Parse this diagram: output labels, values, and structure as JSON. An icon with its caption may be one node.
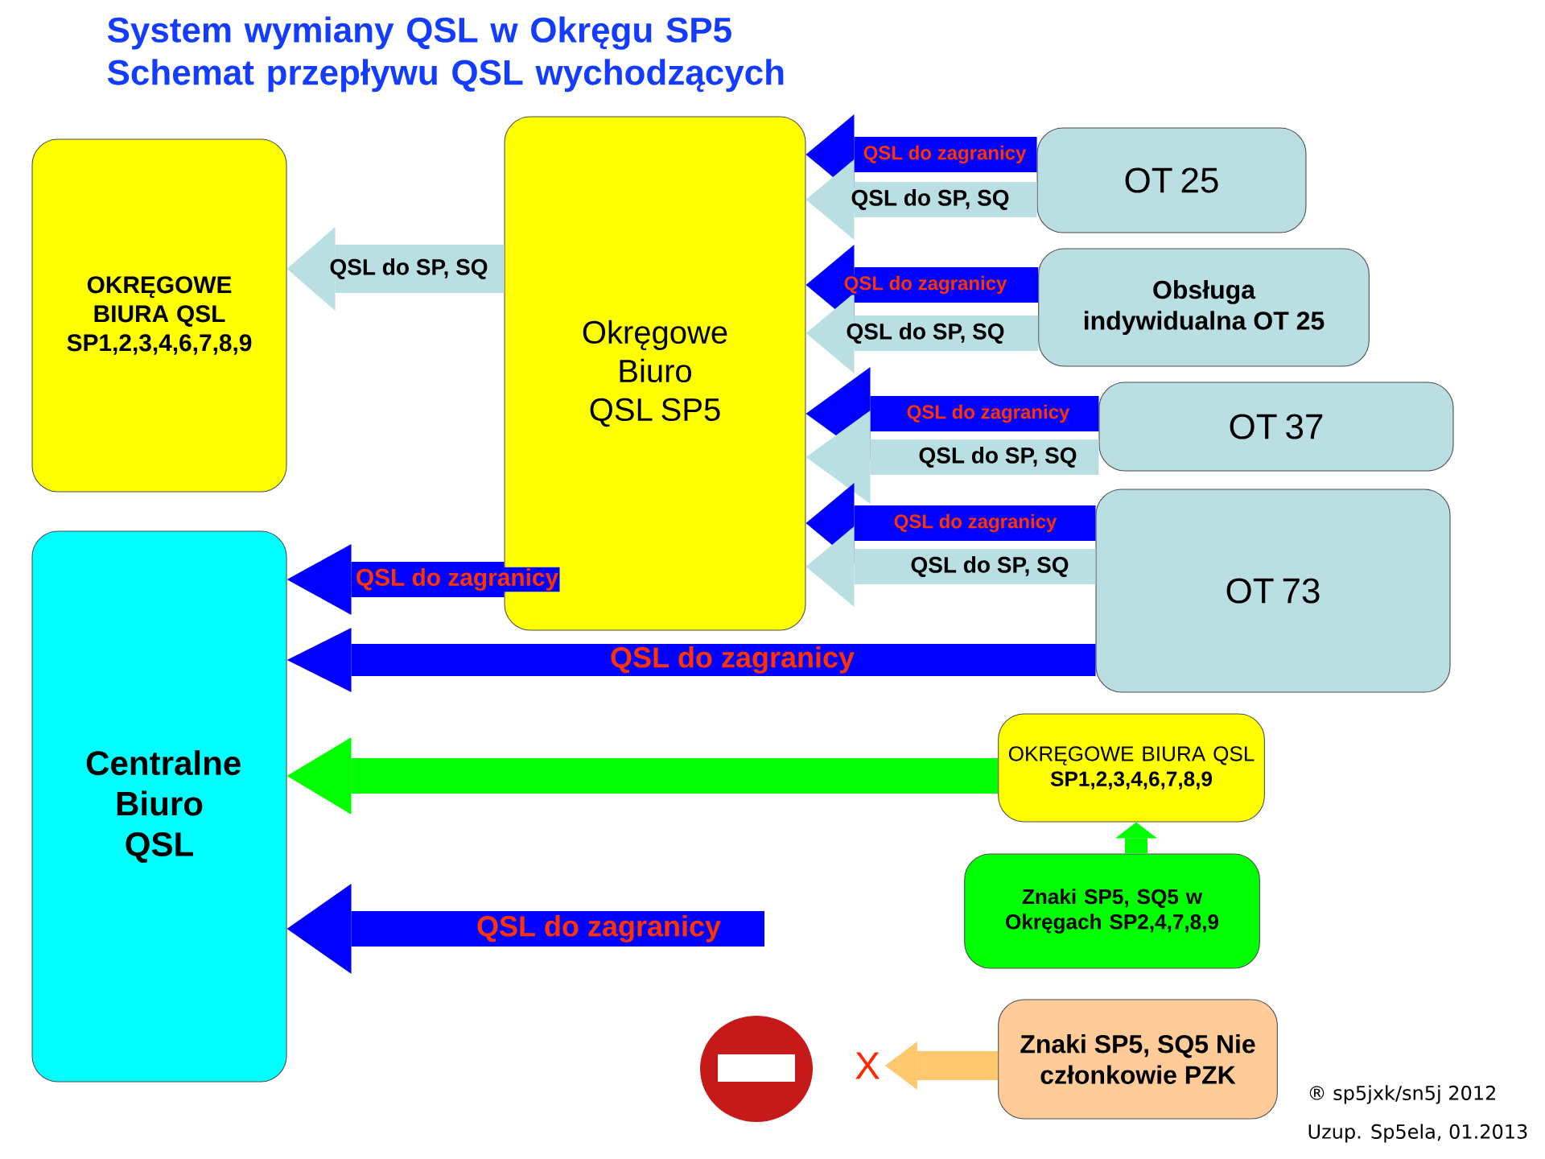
{
  "diagram": {
    "title": "System wymiany QSL w Okręgu SP5 Schemat przepływu QSL wychodzących",
    "nodes": [
      {
        "text": [
          "OKRĘGOWE BIURA QSL SP1,2,3,4,6,7,8,9"
        ]
      },
      {
        "text": [
          "Okręgowe Biuro QSL SP5"
        ]
      },
      {
        "text": [
          "Centralne Biuro QSL"
        ]
      },
      {
        "text": [
          "OT 25"
        ]
      },
      {
        "text": [
          "Obsługa indywidualna OT 25"
        ]
      },
      {
        "text": [
          "OT 37"
        ]
      },
      {
        "text": [
          "OT 73"
        ]
      },
      {
        "text": [
          "OKRĘGOWE BIURA QSL",
          "SP1,2,3,4,6,7,8,9"
        ]
      },
      {
        "text": [
          "Znaki SP5, SQ5 w Okręgach SP2,4,7,8,9"
        ]
      },
      {
        "text": [
          "Znaki SP5, SQ5 Nie członkowie PZK"
        ]
      },
      {
        "text": [
          "X"
        ]
      }
    ],
    "edges": [
      {
        "from": 1,
        "to": 0,
        "arrow": "to",
        "label": "QSL do SP, SQ",
        "color": "#b9dfe3"
      },
      {
        "from": 3,
        "to": 1,
        "arrow": "to",
        "label": "QSL do zagranicy",
        "color": "#0000ff"
      },
      {
        "from": 3,
        "to": 1,
        "arrow": "to",
        "label": "QSL do SP, SQ",
        "color": "#b9dfe3"
      },
      {
        "from": 4,
        "to": 1,
        "arrow": "to",
        "label": "QSL do zagranicy",
        "color": "#0000ff"
      },
      {
        "from": 4,
        "to": 1,
        "arrow": "to",
        "label": "QSL do SP, SQ",
        "color": "#b9dfe3"
      },
      {
        "from": 5,
        "to": 1,
        "arrow": "to",
        "label": "QSL do zagranicy",
        "color": "#0000ff"
      },
      {
        "from": 5,
        "to": 1,
        "arrow": "to",
        "label": "QSL do SP, SQ",
        "color": "#b9dfe3"
      },
      {
        "from": 6,
        "to": 1,
        "arrow": "to",
        "label": "QSL do zagranicy",
        "color": "#0000ff"
      },
      {
        "from": 6,
        "to": 1,
        "arrow": "to",
        "label": "QSL do SP, SQ",
        "color": "#b9dfe3"
      },
      {
        "from": 1,
        "to": 2,
        "arrow": "to",
        "label": "QSL do zagranicy",
        "color": "#0000ff"
      },
      {
        "from": 6,
        "to": 2,
        "arrow": "to",
        "label": "QSL do zagranicy",
        "color": "#0000ff"
      },
      {
        "from": 7,
        "to": 2,
        "arrow": "to",
        "color": "#00ff00"
      },
      {
        "from": 8,
        "to": 7,
        "arrow": "to",
        "color": "#00ff00"
      },
      {
        "from": null,
        "to": 2,
        "arrow": "to",
        "label": "QSL do zagranicy",
        "color": "#0000ff"
      },
      {
        "from": 9,
        "to": 10,
        "arrow": "to",
        "color": "#ffc86e"
      }
    ],
    "labels": [
      "® sp5jxk/sn5j 2012",
      "Uzup. Sp5ela, 01.2013"
    ]
  }
}
